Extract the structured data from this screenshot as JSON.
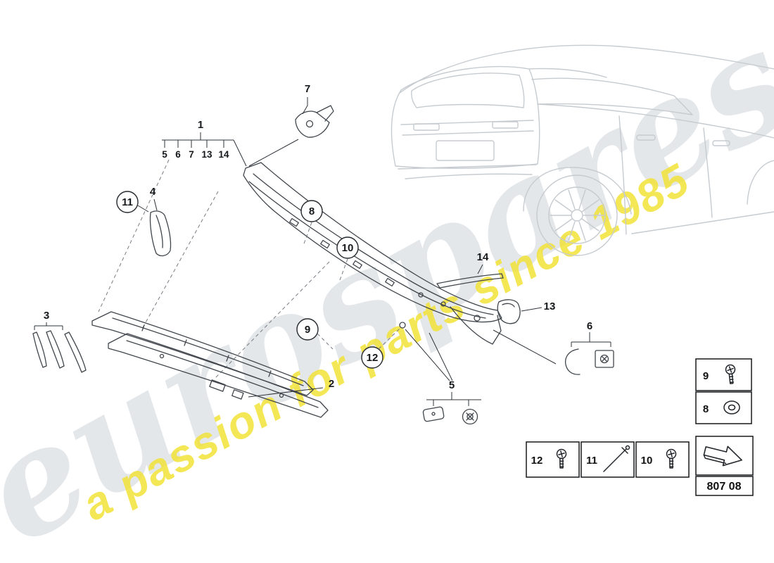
{
  "watermark": {
    "brand": "eurospares",
    "tagline": "a passion for parts since 1985"
  },
  "callouts": {
    "n1": "1",
    "n2": "2",
    "n3": "3",
    "n4": "4",
    "n5": "5",
    "n6": "6",
    "n7": "7",
    "c8": "8",
    "c9": "9",
    "c10": "10",
    "c11": "11",
    "c12": "12",
    "n13": "13",
    "n14": "14",
    "group1_subs": [
      "5",
      "6",
      "7",
      "13",
      "14"
    ]
  },
  "legend": {
    "item9": "9",
    "item8": "8",
    "item12": "12",
    "item11": "11",
    "item10": "10",
    "page_code": "807 08"
  },
  "colors": {
    "accent_yellow": "#f3e339",
    "watermark_gray": "#e4e7ea",
    "part_line": "#41464c",
    "car_line": "#c6cbd0"
  }
}
